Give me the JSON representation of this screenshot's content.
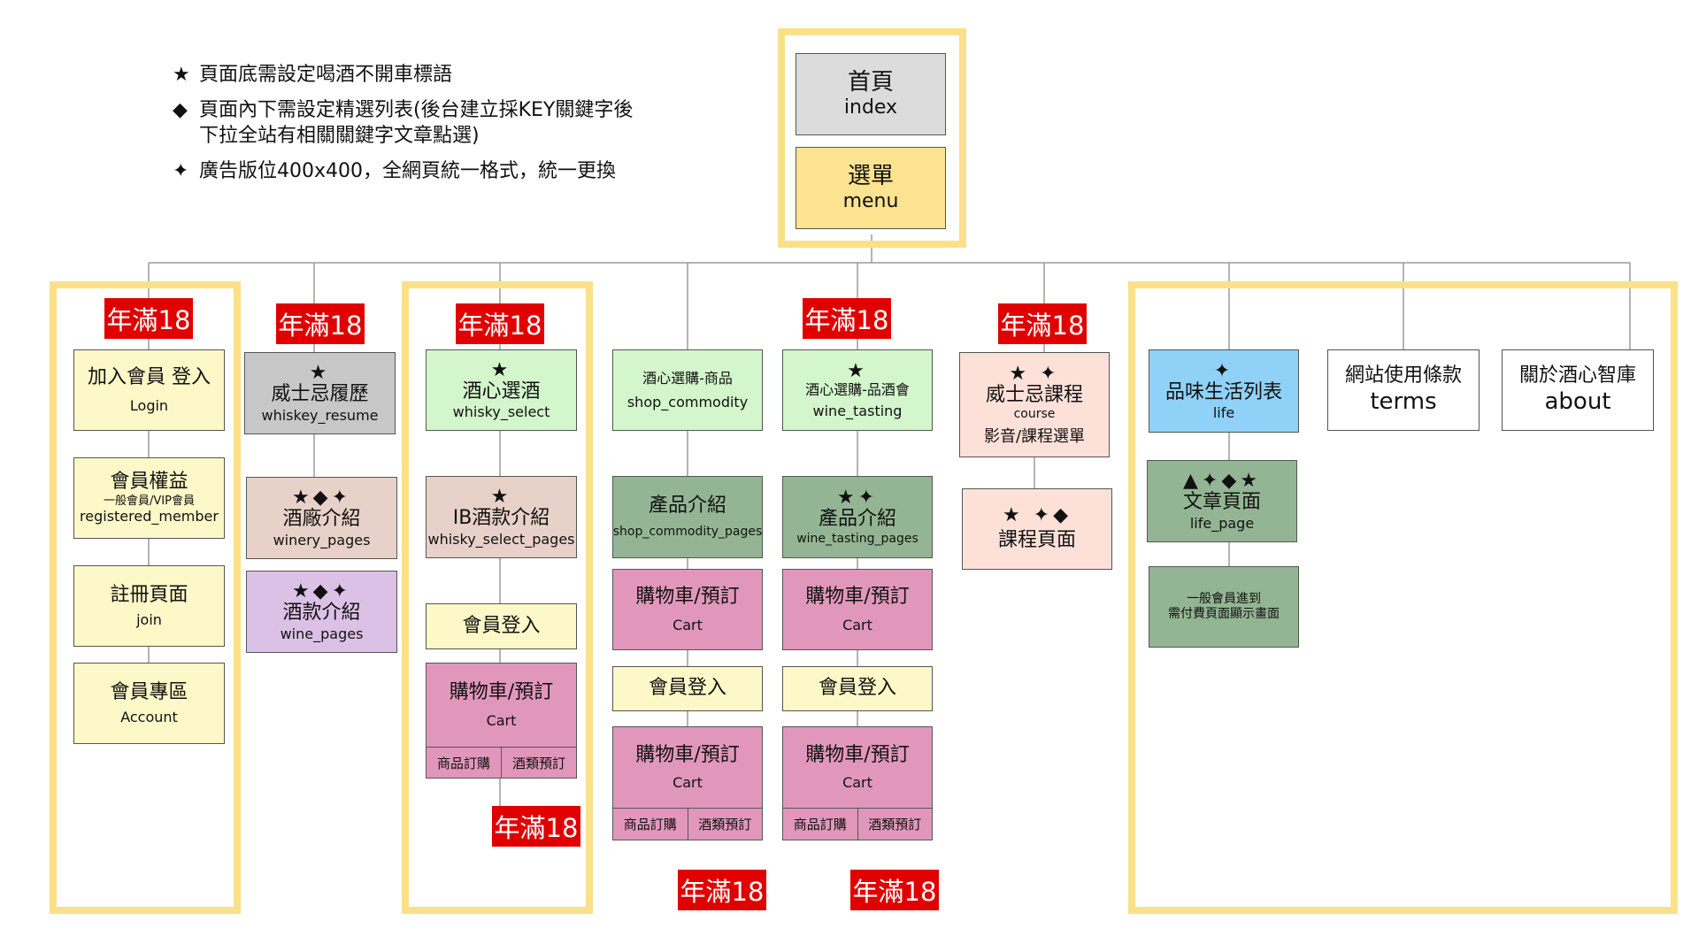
{
  "legend": [
    {
      "symbol": "★",
      "text": "頁面底需設定喝酒不開車標語"
    },
    {
      "symbol": "◆",
      "text": "頁面內下需設定精選列表(後台建立採KEY關鍵字後",
      "text2": "下拉全站有相關關鍵字文章點選)"
    },
    {
      "symbol": "✦",
      "text": "廣告版位400x400，全網頁統一格式，統一更換"
    }
  ],
  "badge_label": "年滿18",
  "nodes": {
    "index": {
      "zh": "首頁",
      "en": "index"
    },
    "menu": {
      "zh": "選單",
      "en": "menu"
    },
    "login": {
      "zh": "加入會員 登入",
      "en": "Login"
    },
    "member": {
      "zh": "會員權益",
      "sub": "一般會員/VIP會員",
      "en": "registered_member"
    },
    "join": {
      "zh": "註冊頁面",
      "en": "join"
    },
    "account": {
      "zh": "會員專區",
      "en": "Account"
    },
    "resume": {
      "sym": "★",
      "zh": "威士忌履歷",
      "en": "whiskey_resume"
    },
    "winery": {
      "sym": "★◆✦",
      "zh": "酒廠介紹",
      "en": "winery_pages"
    },
    "winepages": {
      "sym": "★◆✦",
      "zh": "酒款介紹",
      "en": "wine_pages"
    },
    "select": {
      "sym": "★",
      "zh": "酒心選酒",
      "en": "whisky_select"
    },
    "selectpages": {
      "sym": "★",
      "zh": "IB酒款介紹",
      "en": "whisky_select_pages"
    },
    "c3login": {
      "zh": "會員登入"
    },
    "c3cart": {
      "zh": "購物車/預訂",
      "en": "Cart",
      "left": "商品訂購",
      "right": "酒類預訂"
    },
    "shop": {
      "zh": "酒心選購-商品",
      "en": "shop_commodity"
    },
    "shoppages": {
      "zh": "產品介紹",
      "en": "shop_commodity_pages"
    },
    "c4cart1": {
      "zh": "購物車/預訂",
      "en": "Cart"
    },
    "c4login": {
      "zh": "會員登入"
    },
    "c4cart2": {
      "zh": "購物車/預訂",
      "en": "Cart",
      "left": "商品訂購",
      "right": "酒類預訂"
    },
    "tasting": {
      "sym": "★",
      "zh": "酒心選購-品酒會",
      "en": "wine_tasting"
    },
    "tastingpages": {
      "sym": "★✦",
      "zh": "產品介紹",
      "en": "wine_tasting_pages"
    },
    "c5cart1": {
      "zh": "購物車/預訂",
      "en": "Cart"
    },
    "c5login": {
      "zh": "會員登入"
    },
    "c5cart2": {
      "zh": "購物車/預訂",
      "en": "Cart",
      "left": "商品訂購",
      "right": "酒類預訂"
    },
    "course": {
      "sym": "★ ✦",
      "zh": "威士忌課程",
      "en": "course",
      "sub": "影音/課程選單"
    },
    "coursepage": {
      "sym": "★ ✦◆",
      "zh": "課程頁面"
    },
    "life": {
      "sym": "✦",
      "zh": "品味生活列表",
      "en": "life"
    },
    "lifepage": {
      "sym": "▲✦◆★",
      "zh": "文章頁面",
      "en": "life_page"
    },
    "paywall": {
      "line1": "一般會員進到",
      "line2": "需付費頁面顯示畫面"
    },
    "terms": {
      "zh": "網站使用條款",
      "en": "terms"
    },
    "about": {
      "zh": "關於酒心智庫",
      "en": "about"
    }
  },
  "colors": {
    "frame": "#fbe089",
    "badge": "#e00000"
  }
}
